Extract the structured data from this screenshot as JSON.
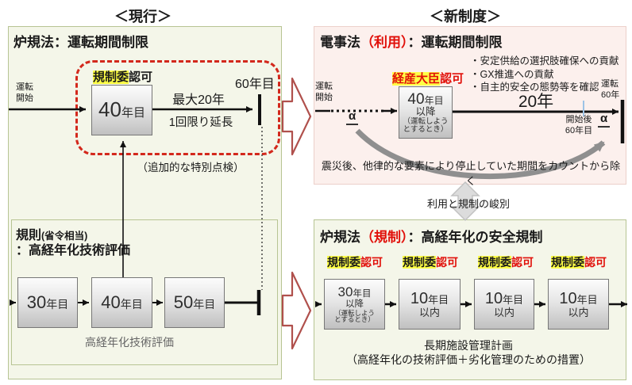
{
  "headers": {
    "current": "＜現行＞",
    "new": "＜新制度＞"
  },
  "colors": {
    "accent_red": "#e1100a",
    "highlight_yellow": "#ffff46",
    "panel_green_bg": "#f4f6e9",
    "panel_green_border": "#b7c493",
    "panel_pink_bg": "#fcf0ed",
    "panel_pink_border": "#ecd0ca",
    "big_arrow_outline": "#b0504c",
    "dashed_callout_red": "#d3281c",
    "gray_arrow": "#8f8f8f",
    "blue_tick": "#9dc3e6"
  },
  "left_panel": {
    "title": "炉規法：運転期間制限",
    "start_line1": "運転",
    "start_line2": "開始",
    "approval": {
      "highlight": "規制委",
      "rest": "認可"
    },
    "box40": {
      "num": "40",
      "unit": "年目"
    },
    "max_extension": "最大20年",
    "one_time_extension": "1回限り延長",
    "year60": "60年目",
    "special_inspection": "（追加的な特別点検）",
    "inner_panel": {
      "title_main": "規則",
      "title_paren": "(省令相当)",
      "title_line2": "：高経年化技術評価",
      "boxes": [
        {
          "num": "30",
          "unit": "年目"
        },
        {
          "num": "40",
          "unit": "年目"
        },
        {
          "num": "50",
          "unit": "年目"
        }
      ],
      "caption": "高経年化技術評価"
    }
  },
  "right_top_panel": {
    "title_law": "電事法",
    "title_paren": "（利用）",
    "title_rest": "：運転期間制限",
    "bullets": [
      "・安定供給の選択肢確保への貢献",
      "・GX推進への貢献",
      "・自主的安全の態勢等を確認"
    ],
    "approval": {
      "highlight": "経産大臣",
      "rest": "認可"
    },
    "start_line1": "運転",
    "start_line2": "開始",
    "alpha_left": "α",
    "alpha_right": "α",
    "box": {
      "num": "40",
      "unit": "年目",
      "line2": "以降",
      "line3": "（運転しよう",
      "line4": "とするとき）"
    },
    "twenty_years": "20年",
    "after_start_line1": "開始後",
    "after_start_line2": "60年目",
    "end_line1": "運転",
    "end_line2": "60年",
    "note": "震災後、他律的な要素により停止していた期間をカウントから除く"
  },
  "separator": {
    "label": "利用と規制の峻別"
  },
  "right_bottom_panel": {
    "title_law": "炉規法",
    "title_paren": "（規制）",
    "title_rest": "：高経年化の安全規制",
    "approval": {
      "highlight": "規制委",
      "rest": "認可"
    },
    "boxes": [
      {
        "num": "30",
        "unit": "年目",
        "line2": "以降",
        "line3": "（運転しよう",
        "line4": "とするとき）"
      },
      {
        "num": "10",
        "unit": "年目",
        "line2": "以内"
      },
      {
        "num": "10",
        "unit": "年目",
        "line2": "以内"
      },
      {
        "num": "10",
        "unit": "年目",
        "line2": "以内"
      }
    ],
    "caption_line1": "長期施設管理計画",
    "caption_line2": "（高経年化の技術評価＋劣化管理のための措置）"
  }
}
